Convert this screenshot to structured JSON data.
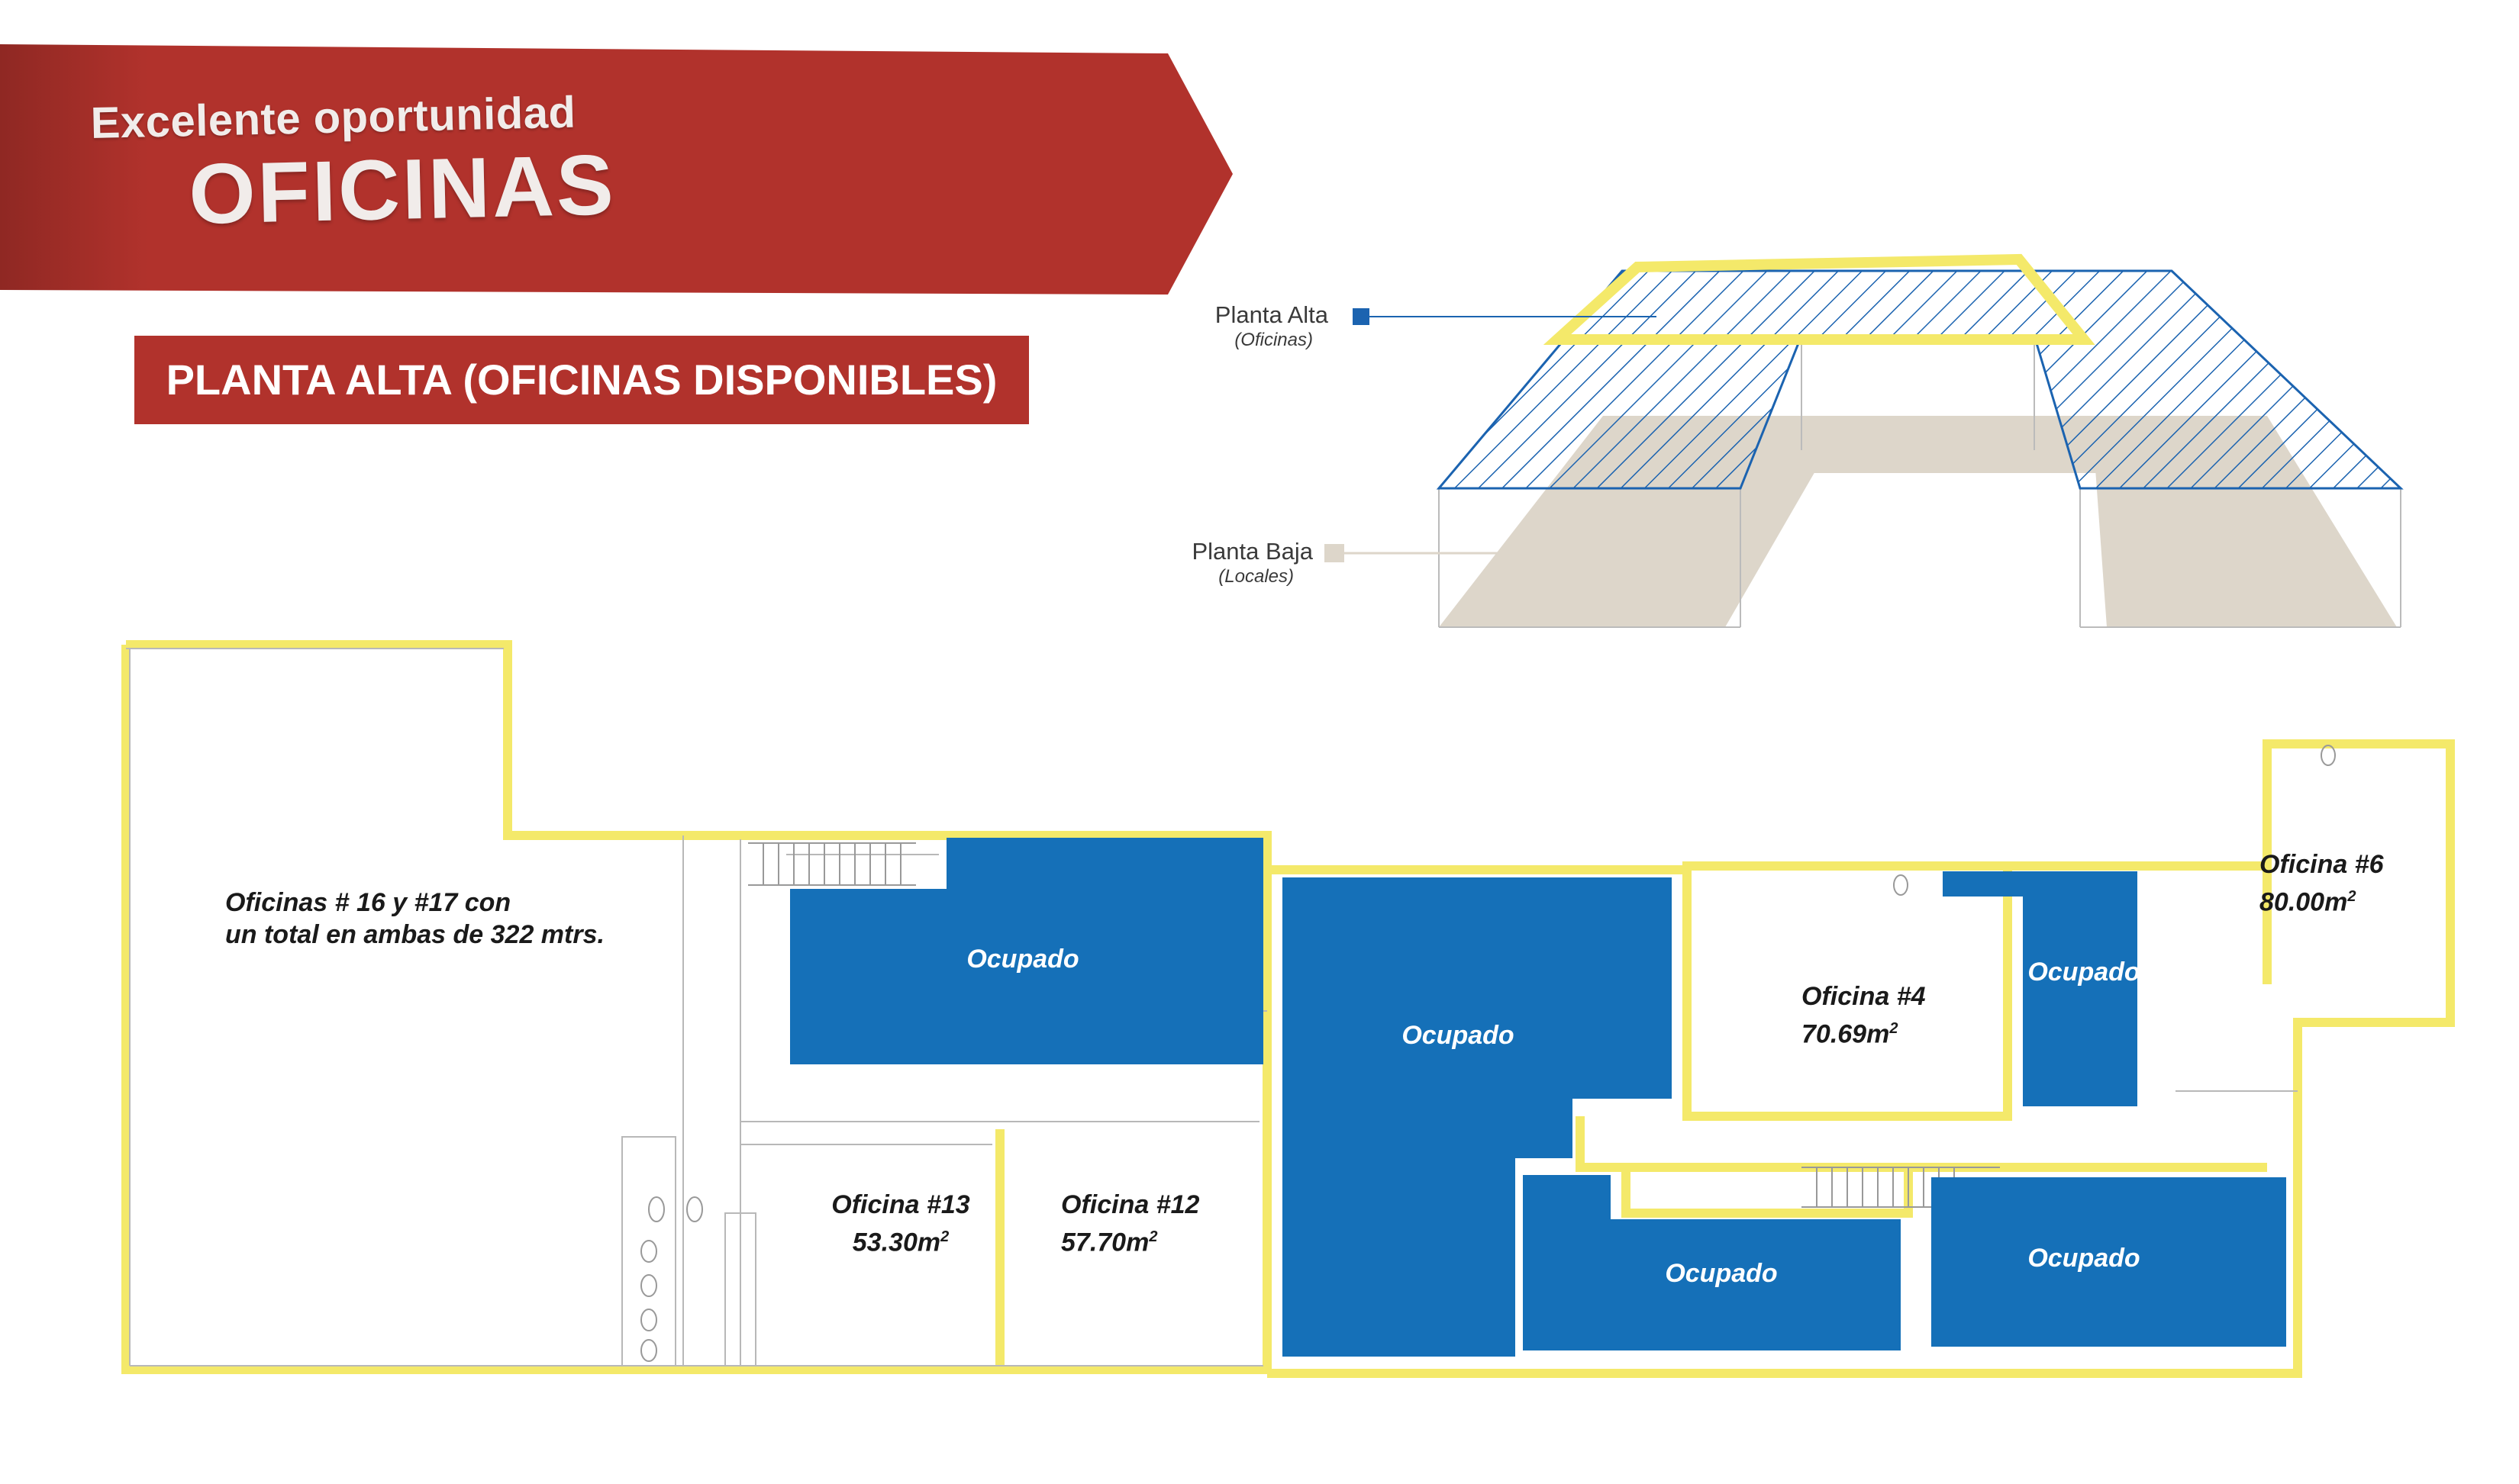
{
  "header": {
    "headline_small": "Excelente oportunidad",
    "headline_big": "OFICINAS",
    "section_label": "PLANTA ALTA (OFICINAS DISPONIBLES)"
  },
  "legend": {
    "upper": {
      "title": "Planta Alta",
      "subtitle": "(Oficinas)"
    },
    "lower": {
      "title": "Planta Baja",
      "subtitle": "(Locales)"
    }
  },
  "rooms": {
    "offices_16_17": {
      "line1": "Oficinas # 16 y #17 con",
      "line2": "un total en ambas de 322 mtrs."
    },
    "office_13": {
      "name": "Oficina #13",
      "area": "53.30m"
    },
    "office_12": {
      "name": "Oficina #12",
      "area": "57.70m"
    },
    "office_4": {
      "name": "Oficina #4",
      "area": "70.69m"
    },
    "office_6": {
      "name": "Oficina #6",
      "area": "80.00m"
    },
    "area_exponent": "2"
  },
  "occupied_label": "Ocupado",
  "colors": {
    "banner_red": "#b1322c",
    "banner_dark_red": "#8f2823",
    "occupied_blue": "#1570b8",
    "available_yellow": "#f4e96a",
    "ground_beige": "#ddd6ca",
    "hatch_blue": "#1b63b0",
    "wall_gray": "#9a9a9a"
  }
}
